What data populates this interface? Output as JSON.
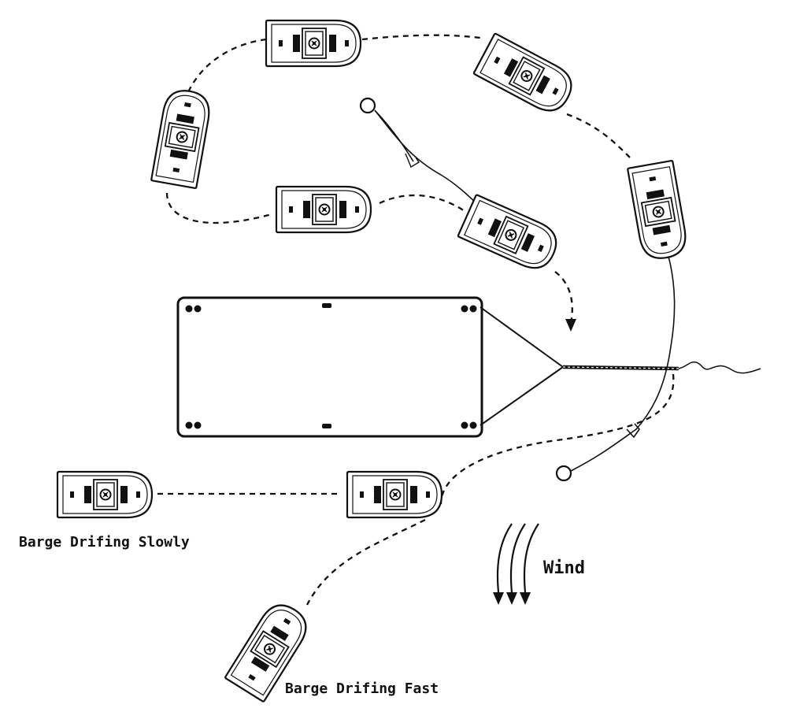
{
  "labels": {
    "slow": "Barge Drifing Slowly",
    "fast": "Barge Drifing Fast",
    "wind": "Wind"
  },
  "colors": {
    "ink": "#111111",
    "paper": "#ffffff"
  },
  "icons": [
    "boat-icon",
    "barge-icon",
    "anchor-ring-icon",
    "wind-arrows-icon",
    "direction-arrow-icon"
  ]
}
